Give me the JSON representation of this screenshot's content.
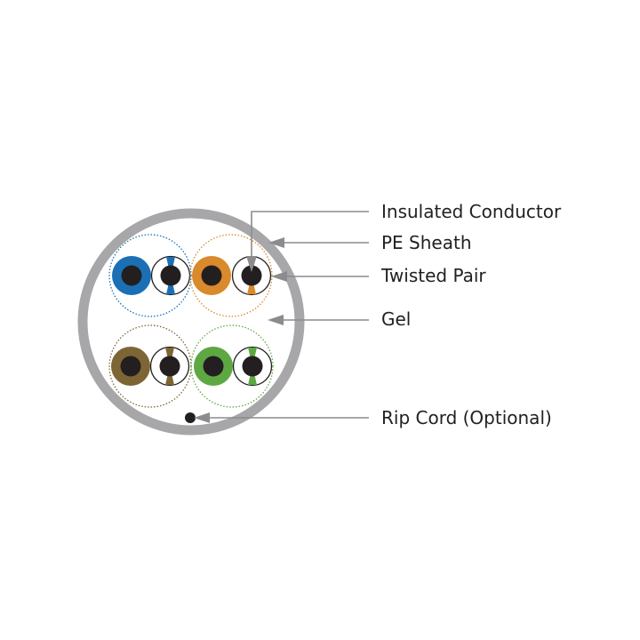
{
  "labels": {
    "insulated_conductor": "Insulated Conductor",
    "pe_sheath": "PE Sheath",
    "twisted_pair": "Twisted Pair",
    "gel": "Gel",
    "rip_cord": "Rip Cord (Optional)"
  },
  "colors": {
    "sheath": "#a7a7aa",
    "core": "#231f20",
    "blue": "#1b6fb5",
    "orange": "#d98a2b",
    "brown": "#7e6535",
    "green": "#5da843"
  }
}
